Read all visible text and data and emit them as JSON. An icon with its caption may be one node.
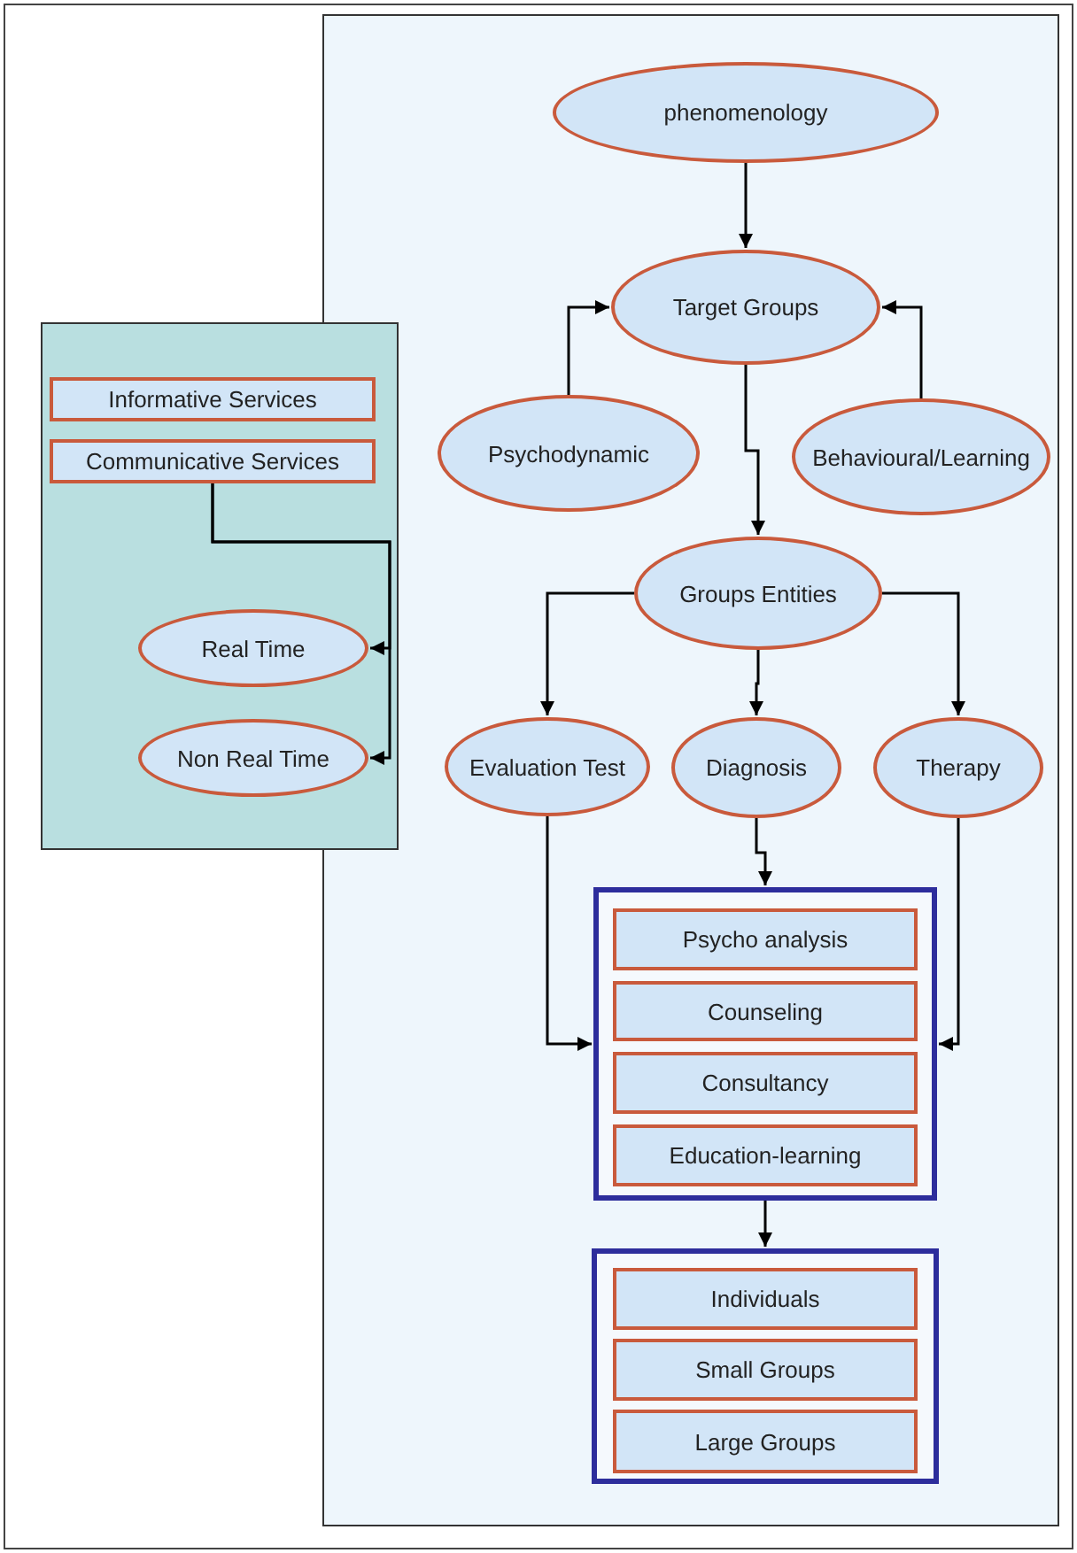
{
  "diagram": {
    "nodes": [
      {
        "text": [],
        "shape": "box"
      },
      {
        "text": [],
        "shape": "box"
      },
      {
        "text": [
          "Informative Services"
        ],
        "in": 1
      },
      {
        "text": [
          "Communicative Services"
        ],
        "in": 1
      },
      {
        "text": [
          "Real Time"
        ],
        "in": 1
      },
      {
        "text": [
          "Non Real Time"
        ],
        "in": 1
      },
      {
        "text": [
          "phenomenology"
        ],
        "in": 0
      },
      {
        "text": [
          "Target Groups"
        ],
        "in": 0
      },
      {
        "text": [
          "Psychodynamic"
        ],
        "in": 0
      },
      {
        "text": [
          "Behavioural/Learning"
        ],
        "in": 0
      },
      {
        "text": [
          "Groups Entities"
        ],
        "in": 0
      },
      {
        "text": [
          "Evaluation Test"
        ],
        "in": 0
      },
      {
        "text": [
          "Diagnosis"
        ],
        "in": 0
      },
      {
        "text": [
          "Therapy"
        ],
        "in": 0
      },
      {
        "text": [],
        "shape": "box",
        "in": 0
      },
      {
        "text": [
          "Psycho analysis"
        ],
        "in": 14
      },
      {
        "text": [
          "Counseling"
        ],
        "in": 14
      },
      {
        "text": [
          "Consultancy"
        ],
        "in": 14
      },
      {
        "text": [
          "Education-learning"
        ],
        "in": 14
      },
      {
        "text": [],
        "shape": "box",
        "in": 0
      },
      {
        "text": [
          "Individuals"
        ],
        "in": 19
      },
      {
        "text": [
          "Small Groups"
        ],
        "in": 19
      },
      {
        "text": [
          "Large Groups"
        ],
        "in": 19
      }
    ],
    "edges": [
      {
        "from": 3,
        "to": 4,
        "arrow": "to"
      },
      {
        "from": 3,
        "to": 5,
        "arrow": "to"
      },
      {
        "from": 6,
        "to": 7,
        "arrow": "to"
      },
      {
        "from": 8,
        "to": 7,
        "arrow": "to"
      },
      {
        "from": 9,
        "to": 7,
        "arrow": "to"
      },
      {
        "from": 7,
        "to": 10,
        "arrow": "to"
      },
      {
        "from": 10,
        "to": 11,
        "arrow": "to"
      },
      {
        "from": 10,
        "to": 12,
        "arrow": "to"
      },
      {
        "from": 10,
        "to": 13,
        "arrow": "to"
      },
      {
        "from": 12,
        "to": 14,
        "arrow": "to"
      },
      {
        "from": 11,
        "to": 14,
        "arrow": "to"
      },
      {
        "from": 13,
        "to": 14,
        "arrow": "to"
      },
      {
        "from": 14,
        "to": 19,
        "arrow": "to"
      }
    ]
  }
}
